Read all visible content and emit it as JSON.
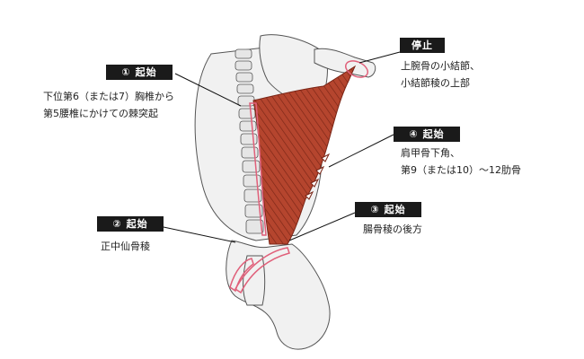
{
  "labels": {
    "insertion": {
      "tag": "停止",
      "lines": [
        "上腕骨の小結節、",
        "小結節稜の上部"
      ]
    },
    "origin1": {
      "tag": "① 起始",
      "lines": [
        "下位第6（または7）胸椎から",
        "第5腰椎にかけての棘突起"
      ]
    },
    "origin2": {
      "tag": "② 起始",
      "lines": [
        "正中仙骨稜"
      ]
    },
    "origin3": {
      "tag": "③ 起始",
      "lines": [
        "腸骨稜の後方"
      ]
    },
    "origin4": {
      "tag": "④ 起始",
      "lines": [
        "肩甲骨下角、",
        "第9（または10）～12肋骨"
      ]
    }
  },
  "colors": {
    "muscle": "#b5452e",
    "muscle_dark": "#7a2516",
    "highlight": "#e0607a",
    "bone_fill": "#f1f1f1",
    "bone_line": "#555555",
    "tag_bg": "#1a1a1a"
  }
}
